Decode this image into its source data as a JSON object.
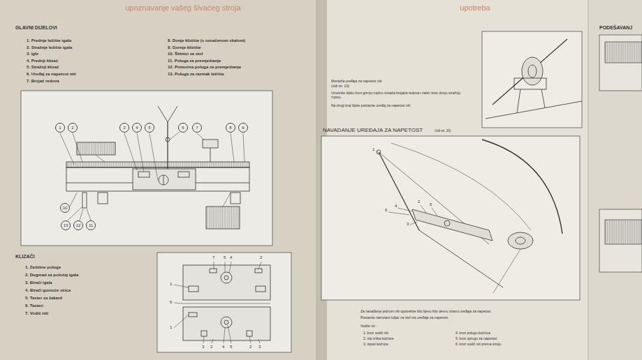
{
  "diagram": {
    "title": "upoznavanje vašeg šivaćeg stroja",
    "nodes": [
      {
        "text": [
          "1"
        ]
      },
      {
        "text": [
          "2"
        ]
      },
      {
        "text": [
          "3"
        ]
      },
      {
        "text": [
          "4"
        ]
      },
      {
        "text": [
          "5"
        ]
      },
      {
        "text": [
          "6"
        ]
      },
      {
        "text": [
          "7"
        ]
      },
      {
        "text": [
          "8"
        ]
      },
      {
        "text": [
          "9"
        ]
      },
      {
        "text": [
          "10"
        ]
      },
      {
        "text": [
          "13"
        ]
      },
      {
        "text": [
          "12"
        ]
      },
      {
        "text": [
          "11"
        ]
      }
    ],
    "labels": [
      "GLAVNI DIJELOVI",
      "1. Prednje ležište igala",
      "2. Stražnje ležište igala",
      "3. Igle",
      "4. Prednji klizač",
      "5. Stražnji klizač",
      "6. Uređaj za napetost niti",
      "7. Brojač redova",
      "8. Donje klizište (s označenom skalom)",
      "9. Gornje klizište",
      "10. Štitnici za stol",
      "11. Poluga za premještanje",
      "12. Pomoćna poluga za premještanje",
      "13. Poluga za razmak ležišta",
      "KLIZAČI",
      "1. Zaštitne poluge",
      "2. Dugmad za položaj igala",
      "3. Birači igala",
      "4. Birači gustoće očica",
      "5. Taster za žakard",
      "6. Tasteri",
      "7. Vodič niti",
      "7",
      "5",
      "4",
      "2",
      "1",
      "6",
      "1",
      "3",
      "2",
      "4",
      "5",
      "2",
      "3",
      "upotreba",
      "Montaža uređaja za napetost niti",
      "(vidi str. 10)",
      "Umetnite šipku kroz gornju rupicu nosača brojača redova i zatim kroz donju stražnju rupicu.",
      "Na drugi kraj šipke postavite uređaj za napetost niti.",
      "NAVADANJE UREĐAJA ZA NAPETOST",
      "(vidi str. 20)",
      "1",
      "2",
      "3",
      "4",
      "5",
      "6",
      "Za navađanje jednom niti upotrebite bilo lijevu bilo desnu stranu uređaja za napetost.",
      "Postavite namotani tuljac na stol iza uređaja za napetost.",
      "Vodite nit :",
      "1. kroz vodič niti",
      "2. iza vrška kočnice",
      "3. ispod kočnice",
      "4. kroz polugu kočnica",
      "5. kroz oprugu za napetost",
      "6. kroz vodič niti prema stroju.",
      "PODEŠAVANJ"
    ]
  }
}
